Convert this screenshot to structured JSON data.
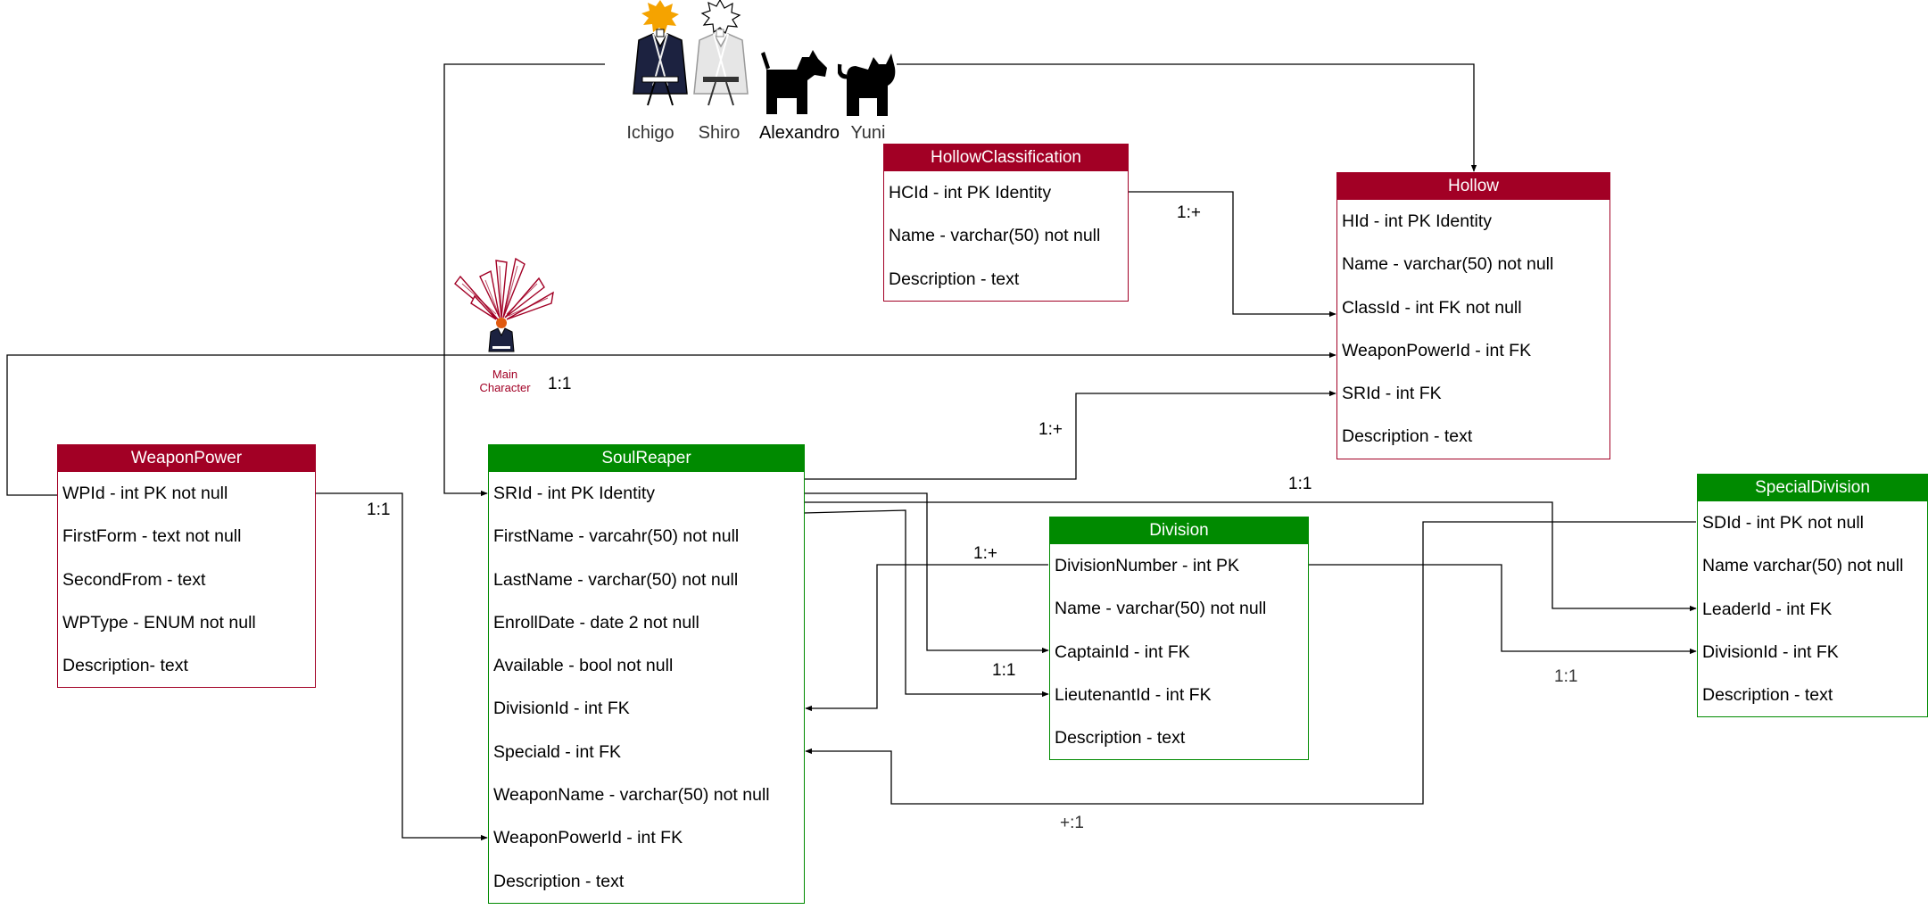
{
  "entities": {
    "weaponpower": {
      "title": "WeaponPower",
      "rows": [
        "WPId - int PK not null",
        "FirstForm - text not null",
        "SecondFrom - text",
        "WPType - ENUM not null",
        "Description- text"
      ]
    },
    "soulreaper": {
      "title": "SoulReaper",
      "rows": [
        "SRId - int PK Identity",
        "FirstName - varcahr(50) not null",
        "LastName - varchar(50) not null",
        "EnrollDate - date 2 not null",
        "Available - bool not null",
        "DivisionId - int FK",
        "Speciald - int FK",
        "WeaponName - varchar(50) not null",
        "WeaponPowerId - int FK",
        "Description - text"
      ]
    },
    "hollowclassification": {
      "title": "HollowClassification",
      "rows": [
        "HCId - int PK Identity",
        "Name - varchar(50) not null",
        "Description - text"
      ]
    },
    "hollow": {
      "title": "Hollow",
      "rows": [
        "HId - int PK Identity",
        "Name - varchar(50) not null",
        "ClassId - int FK not null",
        "WeaponPowerId - int FK",
        "SRId - int FK",
        "Description - text"
      ]
    },
    "division": {
      "title": "Division",
      "rows": [
        "DivisionNumber - int PK",
        "Name - varchar(50) not null",
        "CaptainId - int FK",
        "LieutenantId - int FK",
        "Description - text"
      ]
    },
    "specialdivision": {
      "title": "SpecialDivision",
      "rows": [
        "SDId - int PK not null",
        "Name varchar(50) not null",
        "LeaderId - int FK",
        "DivisionId - int FK",
        "Description - text"
      ]
    }
  },
  "cardinalities": {
    "hc_hollow": "1:+",
    "main_char": "1:1",
    "sr_hollow": "1:+",
    "wp_sr": "1:1",
    "sr_special": "1:1",
    "div_sr": "1:+",
    "sr_lieutenant": "1:1",
    "div_special": "1:1",
    "special_sr": "+:1"
  },
  "characters": {
    "ichigo": "Ichigo",
    "shiro": "Shiro",
    "alexandro": "Alexandro",
    "yuni": "Yuni",
    "main_character": "Main Character"
  },
  "icons": [
    "sun-head-icon",
    "black-gi-icon",
    "spiky-head-icon",
    "white-gi-icon",
    "dog-icon",
    "cat-icon",
    "main-character-icon"
  ],
  "colors": {
    "red_header": "#a20025",
    "green_header": "#008a00",
    "line": "#000000",
    "main_label": "#a20025"
  }
}
